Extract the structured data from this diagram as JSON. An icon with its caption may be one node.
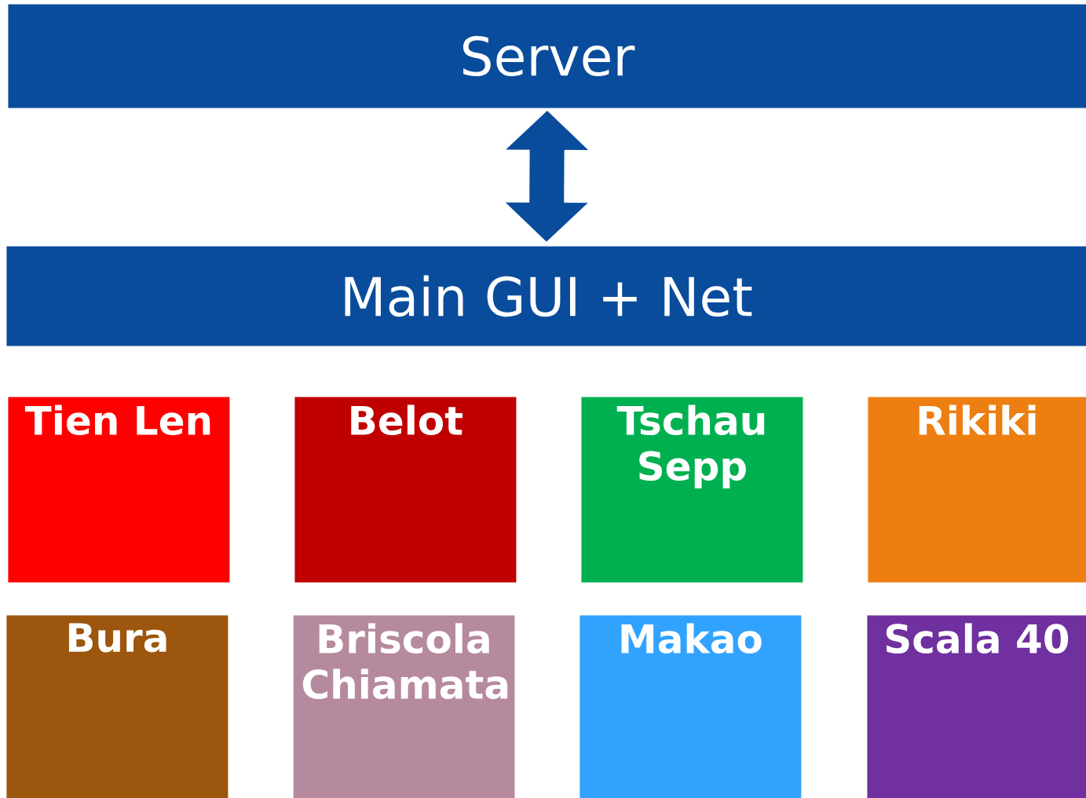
{
  "diagram": {
    "nodes": [
      {
        "text": [
          "Server"
        ]
      },
      {
        "text": [
          "Main GUI + Net"
        ]
      },
      {
        "text": [
          "Tien Len"
        ]
      },
      {
        "text": [
          "Belot"
        ]
      },
      {
        "text": [
          "Tschau Sepp"
        ]
      },
      {
        "text": [
          "Rikiki"
        ]
      },
      {
        "text": [
          "Bura"
        ]
      },
      {
        "text": [
          "Briscola Chiamata"
        ]
      },
      {
        "text": [
          "Makao"
        ]
      },
      {
        "text": [
          "Scala 40"
        ]
      }
    ],
    "edges": [
      {
        "from": 0,
        "to": 1,
        "arrow": "both"
      }
    ]
  }
}
